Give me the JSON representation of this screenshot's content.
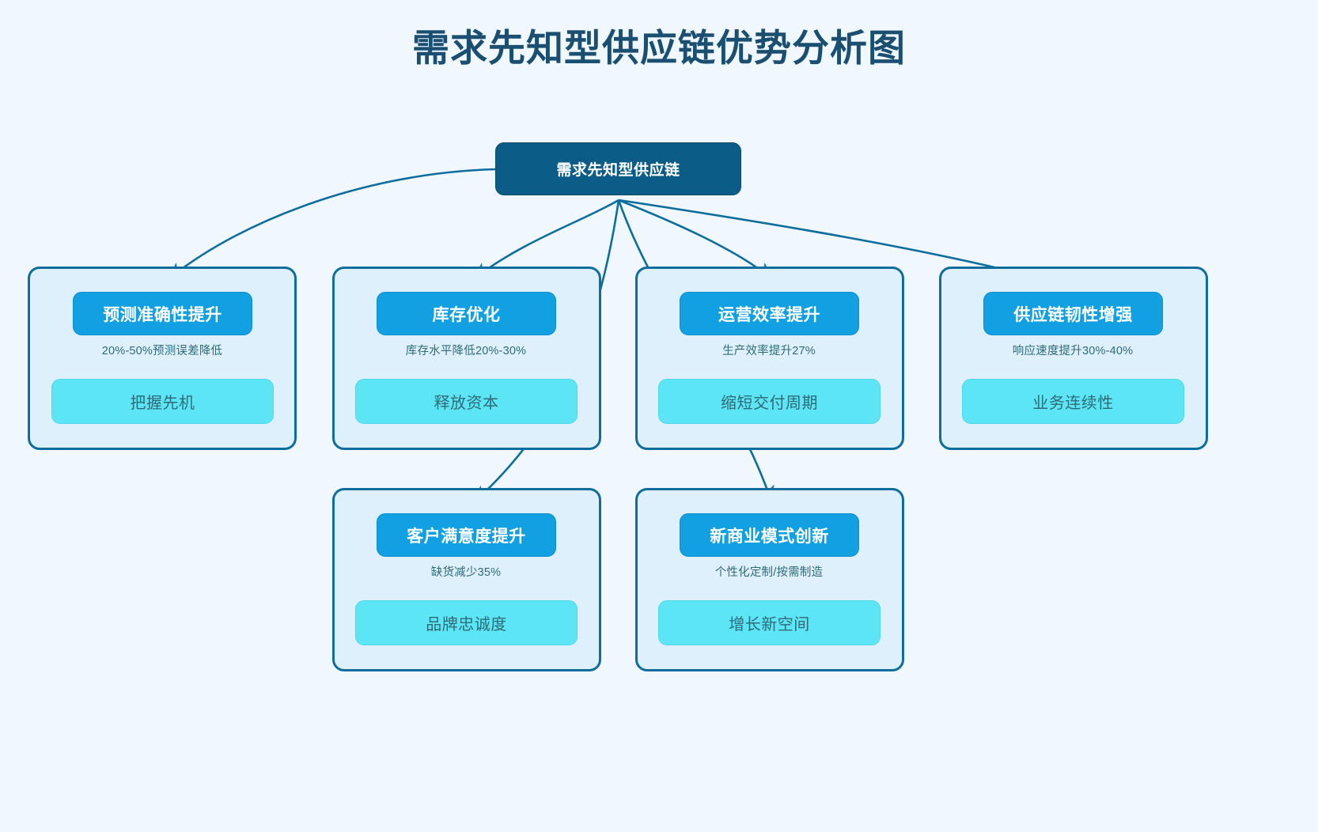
{
  "title": "需求先知型供应链优势分析图",
  "colors": {
    "background": "#f0f7fd",
    "title": "#1b4f72",
    "root_node": "#0b5d87",
    "primary_node": "#11a0e2",
    "secondary_node": "#5ce5f5",
    "cluster_fill": "#def0fb",
    "cluster_border": "#0d6e9e",
    "edge": "#0d6e9e",
    "edge_label": "#2f6b78"
  },
  "root": {
    "label": "需求先知型供应链"
  },
  "branches": [
    {
      "id": "forecast",
      "primary": "预测准确性提升",
      "edge_label": "20%-50%预测误差降低",
      "secondary": "把握先机"
    },
    {
      "id": "inventory",
      "primary": "库存优化",
      "edge_label": "库存水平降低20%-30%",
      "secondary": "释放资本"
    },
    {
      "id": "operations",
      "primary": "运营效率提升",
      "edge_label": "生产效率提升27%",
      "secondary": "缩短交付周期"
    },
    {
      "id": "resilience",
      "primary": "供应链韧性增强",
      "edge_label": "响应速度提升30%-40%",
      "secondary": "业务连续性"
    },
    {
      "id": "customer",
      "primary": "客户满意度提升",
      "edge_label": "缺货减少35%",
      "secondary": "品牌忠诚度"
    },
    {
      "id": "business-model",
      "primary": "新商业模式创新",
      "edge_label": "个性化定制/按需制造",
      "secondary": "增长新空间"
    }
  ]
}
